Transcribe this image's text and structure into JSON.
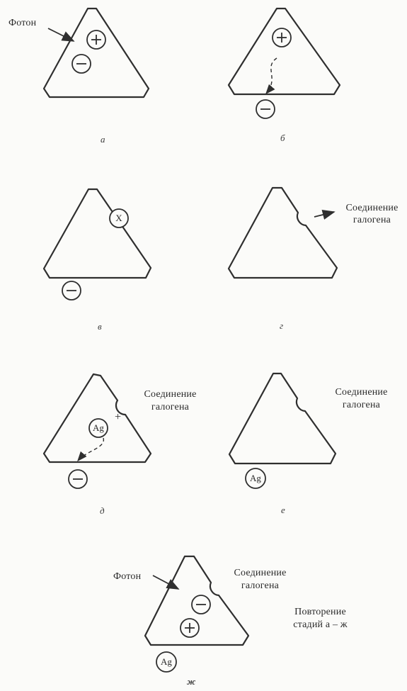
{
  "labels": {
    "photon": "Фотон",
    "halogen_line1": "Соединение",
    "halogen_line2": "галогена",
    "repeat_line1": "Повторение",
    "repeat_line2": "стадий а – ж",
    "x_particle": "X",
    "silver": "Ag",
    "plus_sign": "+"
  },
  "captions": {
    "a": "а",
    "b": "б",
    "v": "в",
    "g": "г",
    "d": "д",
    "e": "е",
    "zh": "ж"
  }
}
